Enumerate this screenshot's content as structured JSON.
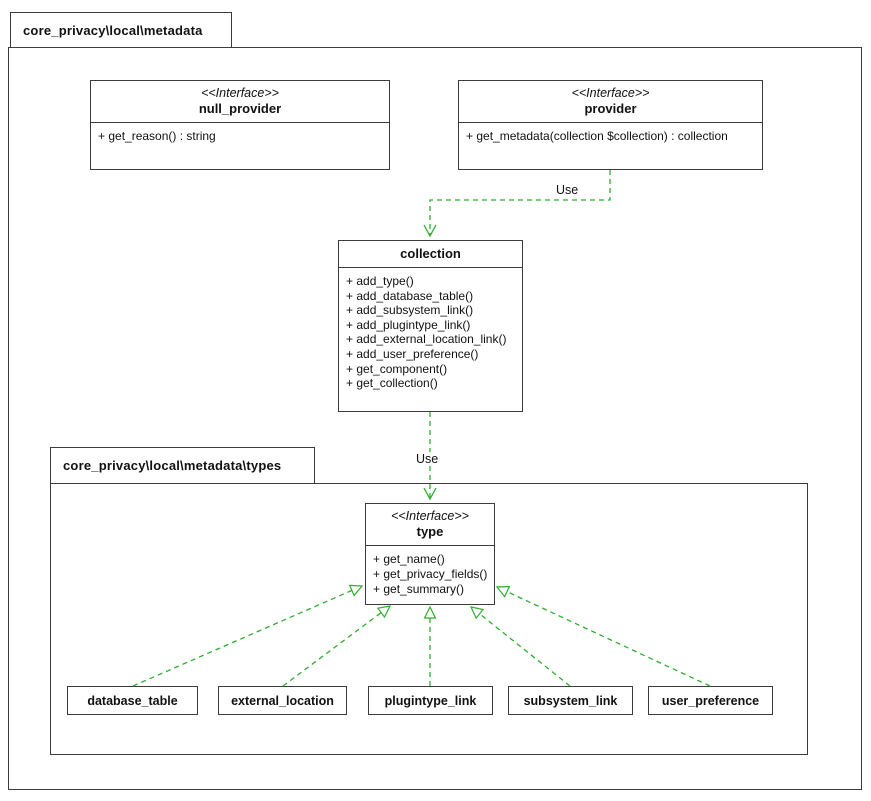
{
  "packages": {
    "outer": {
      "label": "core_privacy\\local\\metadata"
    },
    "inner": {
      "label": "core_privacy\\local\\metadata\\types"
    }
  },
  "interfaces": {
    "null_provider": {
      "stereotype": "<<Interface>>",
      "name": "null_provider",
      "methods": [
        "+ get_reason() : string"
      ]
    },
    "provider": {
      "stereotype": "<<Interface>>",
      "name": "provider",
      "methods": [
        "+ get_metadata(collection $collection) : collection"
      ]
    },
    "type": {
      "stereotype": "<<Interface>>",
      "name": "type",
      "methods": [
        "+ get_name()",
        "+ get_privacy_fields()",
        "+ get_summary()"
      ]
    }
  },
  "classes": {
    "collection": {
      "name": "collection",
      "methods": [
        "+ add_type()",
        "+ add_database_table()",
        "+ add_subsystem_link()",
        "+ add_plugintype_link()",
        "+ add_external_location_link()",
        "+ add_user_preference()",
        "+ get_component()",
        "+ get_collection()"
      ]
    }
  },
  "subtypes": [
    "database_table",
    "external_location",
    "plugintype_link",
    "subsystem_link",
    "user_preference"
  ],
  "relations": [
    {
      "from": "provider",
      "to": "collection",
      "type": "use",
      "label": "Use"
    },
    {
      "from": "collection",
      "to": "type",
      "type": "use",
      "label": "Use"
    },
    {
      "from": "database_table",
      "to": "type",
      "type": "realization"
    },
    {
      "from": "external_location",
      "to": "type",
      "type": "realization"
    },
    {
      "from": "plugintype_link",
      "to": "type",
      "type": "realization"
    },
    {
      "from": "subsystem_link",
      "to": "type",
      "type": "realization"
    },
    {
      "from": "user_preference",
      "to": "type",
      "type": "realization"
    }
  ],
  "colors": {
    "arrow_green": "#2fae2f",
    "line_dark": "#3c3c3c",
    "background": "#ffffff"
  }
}
